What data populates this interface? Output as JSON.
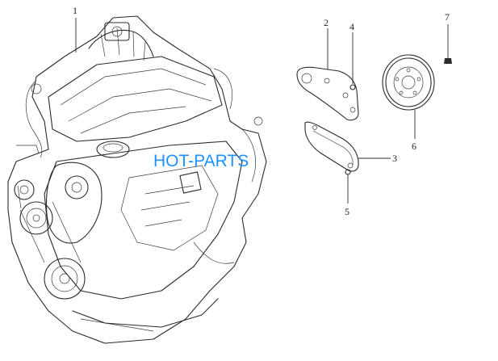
{
  "diagram": {
    "watermark": "HOT-PARTS",
    "callouts": [
      {
        "id": "1",
        "label": "1"
      },
      {
        "id": "2",
        "label": "2"
      },
      {
        "id": "3",
        "label": "3"
      },
      {
        "id": "4",
        "label": "4"
      },
      {
        "id": "5",
        "label": "5"
      },
      {
        "id": "6",
        "label": "6"
      },
      {
        "id": "7",
        "label": "7"
      }
    ]
  },
  "colors": {
    "line": "#2b2b2b",
    "watermark": "#1e90ff",
    "background": "#ffffff"
  }
}
